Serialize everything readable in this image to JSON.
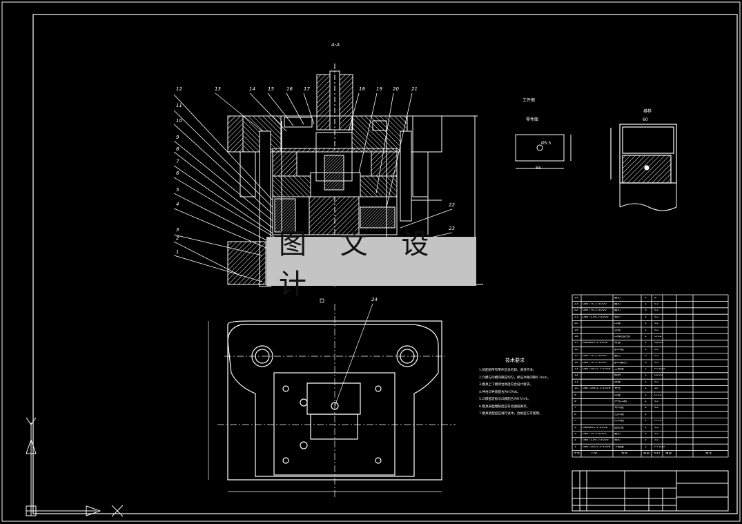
{
  "drawing": {
    "section_label": "A-A",
    "watermark": "图 文 设 计",
    "colors": {
      "background": "#000000",
      "line": "#ffffff",
      "hatch": "#ffffff",
      "banner": "#c4c4c4"
    },
    "left_callouts": [
      "12",
      "11",
      "10",
      "9",
      "8",
      "7",
      "6",
      "5",
      "4",
      "3",
      "2",
      "1"
    ],
    "top_callouts": [
      "13",
      "14",
      "15",
      "16",
      "17",
      "18",
      "19",
      "20",
      "21"
    ],
    "right_callouts": [
      "22",
      "23"
    ],
    "plan_callout": "24",
    "part_view_title": "工件图",
    "part_view_subtitle": "零件图",
    "part_view_dim_width": "55",
    "part_view_hole": "Ø5.5",
    "strip_title": "排样",
    "strip_dim": "60",
    "notes_title": "技术要求",
    "notes": [
      "1.装配前所有零件应去毛刺、清洗干净。",
      "2.凸模与凹模间隙应均匀，保证冲裁间隙0.1mm。",
      "3.模具上下模闭合高度符合设计要求。",
      "4.导柱与导套配合为H7/h6。",
      "5.凸模固定板与凸模配合为H7/m6。",
      "6.模具表面粗糙度应符合图纸要求。",
      "7.模具装配后应进行试冲，合格后方可使用。"
    ]
  },
  "bom": {
    "rows": [
      {
        "no": "24",
        "code": "",
        "name": "螺钉",
        "qty": "2",
        "mat": "8"
      },
      {
        "no": "23",
        "code": "GB/T70.1-2000",
        "name": "螺钉",
        "qty": "2",
        "mat": "45"
      },
      {
        "no": "22",
        "code": "GB/T70.1-2000",
        "name": "螺钉",
        "qty": "4",
        "mat": "45"
      },
      {
        "no": "21",
        "code": "GB/T119.1-2000",
        "name": "销钉",
        "qty": "2",
        "mat": "45"
      },
      {
        "no": "20",
        "code": "",
        "name": "凸模",
        "qty": "1",
        "mat": "45"
      },
      {
        "no": "19",
        "code": "",
        "name": "垫板",
        "qty": "1",
        "mat": "45"
      },
      {
        "no": "18",
        "code": "",
        "name": "凸模固定板",
        "qty": "1",
        "mat": "Cr12"
      },
      {
        "no": "17",
        "code": "GB2861.3-2008",
        "name": "导套",
        "qty": "1",
        "mat": "Q235"
      },
      {
        "no": "16",
        "code": "",
        "name": "卸料板",
        "qty": "1",
        "mat": "45"
      },
      {
        "no": "15",
        "code": "GB/T70.1-2000",
        "name": "螺钉",
        "qty": "4",
        "mat": "45"
      },
      {
        "no": "14",
        "code": "GB/T70.1-2000",
        "name": "卸料螺钉",
        "qty": "4",
        "mat": "45"
      },
      {
        "no": "13",
        "code": "GB/T2855.1-2008",
        "name": "上模座",
        "qty": "1",
        "mat": "HT200"
      },
      {
        "no": "12",
        "code": "",
        "name": "模柄",
        "qty": "1",
        "mat": "Q235"
      },
      {
        "no": "11",
        "code": "",
        "name": "弹簧",
        "qty": "1",
        "mat": "45"
      },
      {
        "no": "10",
        "code": "GB/T2861.1-2008",
        "name": "导柱",
        "qty": "2",
        "mat": "20"
      },
      {
        "no": "9",
        "code": "",
        "name": "凹模",
        "qty": "1",
        "mat": "Cr12"
      },
      {
        "no": "8",
        "code": "",
        "name": "冲孔凸模",
        "qty": "1",
        "mat": "45"
      },
      {
        "no": "7",
        "code": "",
        "name": "导料板",
        "qty": "2",
        "mat": "45"
      },
      {
        "no": "6",
        "code": "",
        "name": "挡料销",
        "qty": "1",
        "mat": ""
      },
      {
        "no": "5",
        "code": "",
        "name": "凸凹模",
        "qty": "1",
        "mat": "Cr12"
      },
      {
        "no": "4",
        "code": "GB2861.3-2008",
        "name": "固定板",
        "qty": "1",
        "mat": "45"
      },
      {
        "no": "3",
        "code": "GB/T70.1-2000",
        "name": "螺钉",
        "qty": "4",
        "mat": "45"
      },
      {
        "no": "2",
        "code": "GB/T119.1-2000",
        "name": "销钉",
        "qty": "2",
        "mat": "35"
      },
      {
        "no": "1",
        "code": "GB/T2855.2-2008",
        "name": "下模座",
        "qty": "1",
        "mat": "HT200"
      }
    ],
    "header": {
      "no": "序号",
      "code": "代号",
      "name": "名称",
      "qty": "数量",
      "mat": "材料",
      "weight": "重量",
      "note": "备注"
    }
  }
}
